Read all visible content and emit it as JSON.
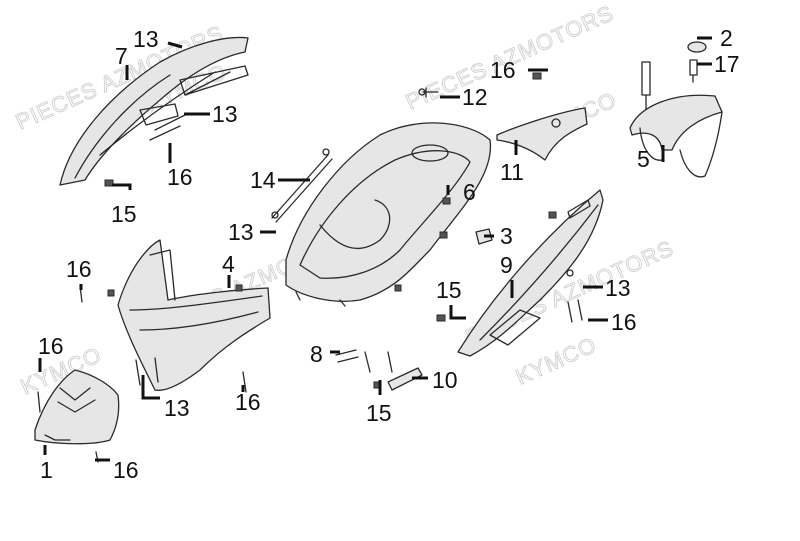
{
  "watermarks": [
    "PIECES AZMOTORS",
    "KYMCO",
    "PIECES AZMOTORS",
    "KYMCO",
    "PIECES AZMOTORS",
    "KYMCO",
    "PIECES AZMOTORS",
    "KYMCO"
  ],
  "callouts": [
    "13",
    "7",
    "13",
    "16",
    "15",
    "16",
    "12",
    "2",
    "17",
    "11",
    "5",
    "14",
    "6",
    "13",
    "3",
    "9",
    "4",
    "16",
    "16",
    "13",
    "16",
    "1",
    "16",
    "15",
    "13",
    "16",
    "8",
    "10",
    "15"
  ]
}
